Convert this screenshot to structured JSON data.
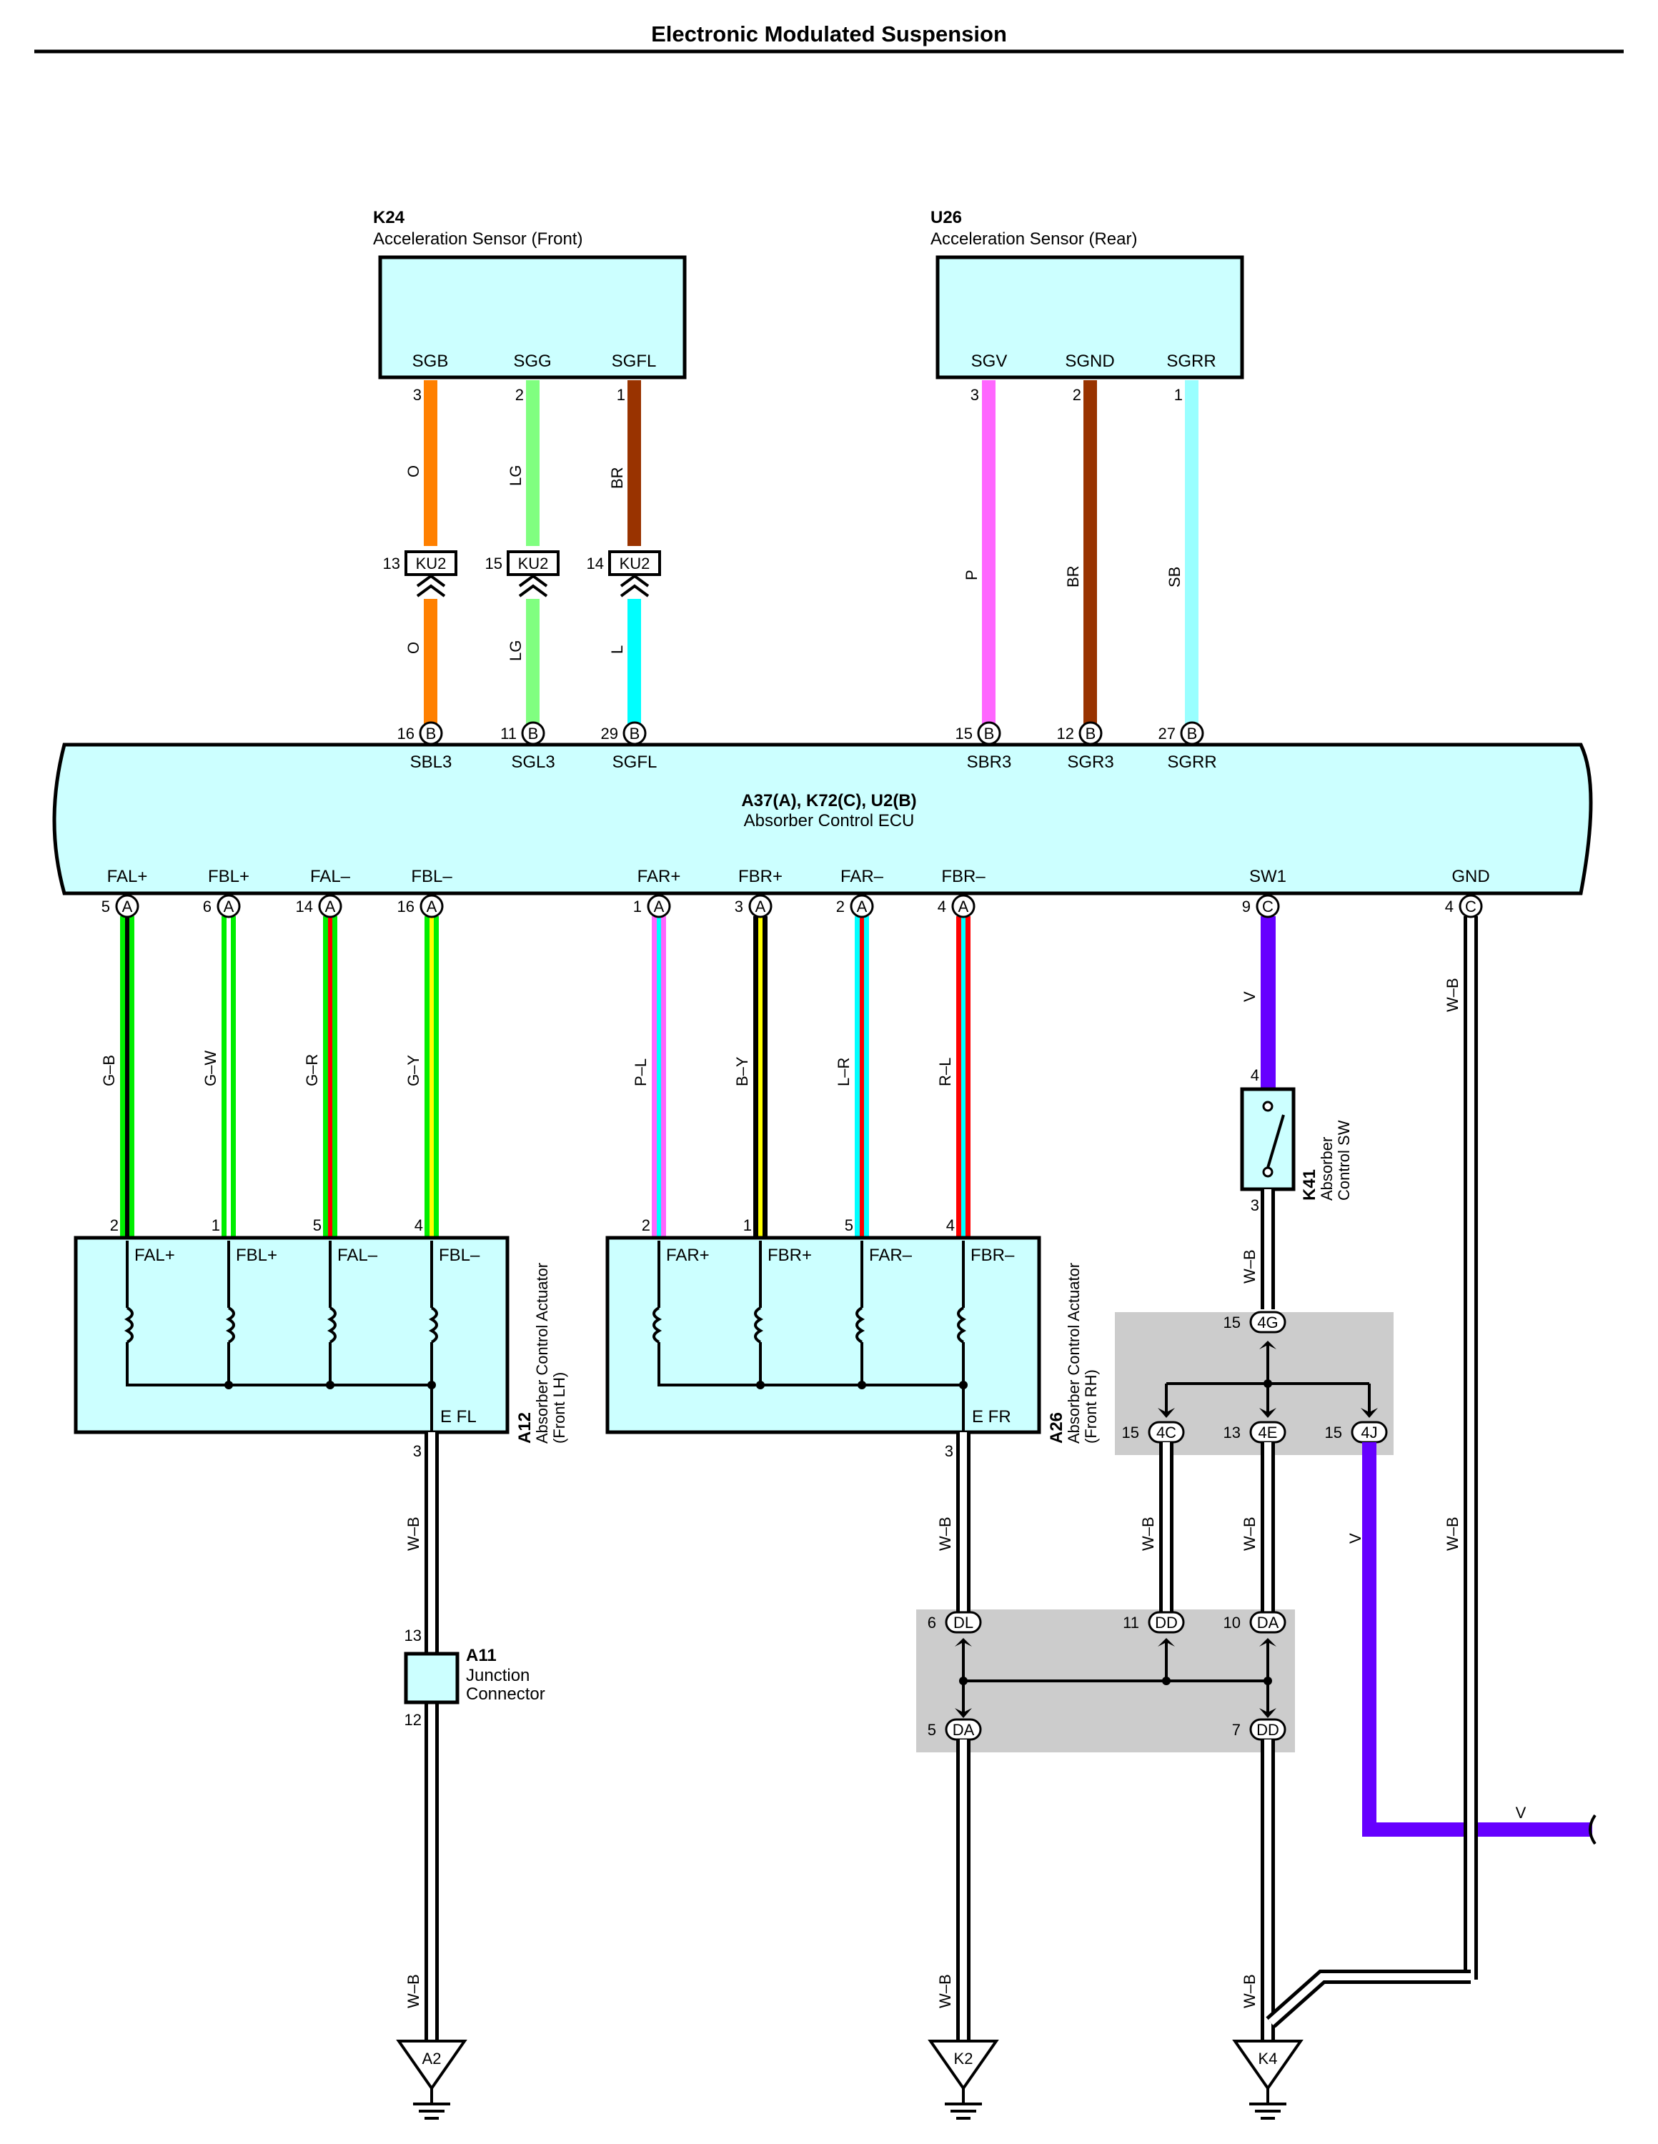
{
  "page": {
    "title": "Electronic Modulated Suspension"
  },
  "components": {
    "k24": {
      "id": "K24",
      "name": "Acceleration Sensor (Front)",
      "pins": [
        "SGB",
        "SGG",
        "SGFL"
      ],
      "pin_numbers": [
        "3",
        "2",
        "1"
      ]
    },
    "u26": {
      "id": "U26",
      "name": "Acceleration Sensor (Rear)",
      "pins": [
        "SGV",
        "SGND",
        "SGRR"
      ],
      "pin_numbers": [
        "3",
        "2",
        "1"
      ]
    },
    "ecu": {
      "id": "A37(A), K72(C), U2(B)",
      "name": "Absorber Control ECU",
      "top_pins": [
        {
          "label": "SBL3",
          "num": "16",
          "conn": "B"
        },
        {
          "label": "SGL3",
          "num": "11",
          "conn": "B"
        },
        {
          "label": "SGFL",
          "num": "29",
          "conn": "B"
        },
        {
          "label": "SBR3",
          "num": "15",
          "conn": "B"
        },
        {
          "label": "SGR3",
          "num": "12",
          "conn": "B"
        },
        {
          "label": "SGRR",
          "num": "27",
          "conn": "B"
        }
      ],
      "bottom_pins": [
        {
          "label": "FAL+",
          "num": "5",
          "conn": "A"
        },
        {
          "label": "FBL+",
          "num": "6",
          "conn": "A"
        },
        {
          "label": "FAL–",
          "num": "14",
          "conn": "A"
        },
        {
          "label": "FBL–",
          "num": "16",
          "conn": "A"
        },
        {
          "label": "FAR+",
          "num": "1",
          "conn": "A"
        },
        {
          "label": "FBR+",
          "num": "3",
          "conn": "A"
        },
        {
          "label": "FAR–",
          "num": "2",
          "conn": "A"
        },
        {
          "label": "FBR–",
          "num": "4",
          "conn": "A"
        },
        {
          "label": "SW1",
          "num": "9",
          "conn": "C"
        },
        {
          "label": "GND",
          "num": "4",
          "conn": "C"
        }
      ]
    },
    "a12": {
      "id": "A12",
      "name_line1": "Absorber Control Actuator",
      "name_line2": "(Front LH)",
      "pins": [
        "FAL+",
        "FBL+",
        "FAL–",
        "FBL–"
      ],
      "pin_numbers": [
        "2",
        "1",
        "5",
        "4"
      ],
      "ground_label": "E FL",
      "ground_pin": "3"
    },
    "a26": {
      "id": "A26",
      "name_line1": "Absorber Control Actuator",
      "name_line2": "(Front RH)",
      "pins": [
        "FAR+",
        "FBR+",
        "FAR–",
        "FBR–"
      ],
      "pin_numbers": [
        "2",
        "1",
        "5",
        "4"
      ],
      "ground_label": "E FR",
      "ground_pin": "3"
    },
    "k41": {
      "id": "K41",
      "name_line1": "Absorber",
      "name_line2": "Control SW",
      "pin_top": "4",
      "pin_bottom": "3"
    },
    "a11": {
      "id": "A11",
      "name_line1": "Junction",
      "name_line2": "Connector",
      "pin_top": "13",
      "pin_bottom": "12"
    }
  },
  "connectors": {
    "ku2": [
      {
        "num": "13",
        "label": "KU2"
      },
      {
        "num": "15",
        "label": "KU2"
      },
      {
        "num": "14",
        "label": "KU2"
      }
    ],
    "j4": [
      {
        "num": "15",
        "label": "4G"
      },
      {
        "num": "15",
        "label": "4C"
      },
      {
        "num": "13",
        "label": "4E"
      },
      {
        "num": "15",
        "label": "4J"
      }
    ],
    "jd": [
      {
        "num": "6",
        "label": "DL"
      },
      {
        "num": "11",
        "label": "DD"
      },
      {
        "num": "10",
        "label": "DA"
      },
      {
        "num": "5",
        "label": "DA"
      },
      {
        "num": "7",
        "label": "DD"
      }
    ]
  },
  "wires": {
    "sensor_front_upper": [
      "O",
      "LG",
      "BR"
    ],
    "sensor_front_lower": [
      "O",
      "LG",
      "L"
    ],
    "sensor_rear": [
      "P",
      "BR",
      "SB"
    ],
    "actuator_lh": [
      "G–B",
      "G–W",
      "G–R",
      "G–Y"
    ],
    "actuator_rh": [
      "P–L",
      "B–Y",
      "L–R",
      "R–L"
    ],
    "sw1": "V",
    "gnd": "W–B",
    "wb": "W–B",
    "v": "V"
  },
  "grounds": [
    "A2",
    "K2",
    "K4"
  ],
  "colors": {
    "O": "#ff8000",
    "LG": "#80ff80",
    "BR": "#993300",
    "L": "#00ffff",
    "P": "#ff66ff",
    "SB": "#99ffff",
    "G": "#00ee00",
    "W": "#ffffff",
    "Y": "#ffff00",
    "R": "#ff0000",
    "B": "#000000",
    "V": "#6600ff",
    "box_fill": "#ccffff",
    "splice_gray": "#cccccc"
  }
}
